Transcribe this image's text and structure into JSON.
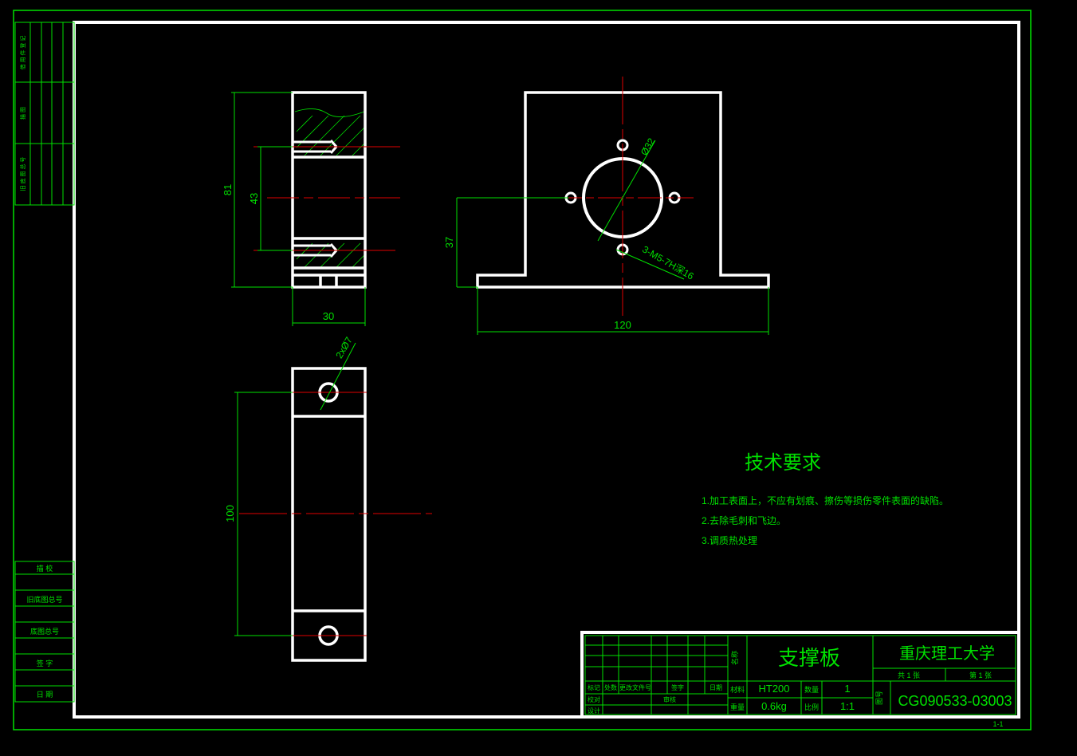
{
  "colors": {
    "background": "#000000",
    "outline": "#ffffff",
    "dimension": "#00e000",
    "centerline": "#e00000"
  },
  "side_view": {
    "dim_height": "81",
    "dim_hole_spacing": "43",
    "dim_width": "30"
  },
  "front_view": {
    "bore_label": "Ø32",
    "thread_label": "3-M5-7H深16",
    "dim_height": "37",
    "dim_length": "120"
  },
  "top_view": {
    "hole_label": "2xØ7",
    "dim_length": "100"
  },
  "tech_requirements": {
    "title": "技术要求",
    "items": [
      "1.加工表面上，不应有划痕、擦伤等损伤零件表面的缺陷。",
      "2.去除毛刺和飞边。",
      "3.调质热处理"
    ]
  },
  "left_margin": {
    "top_labels": [
      "借 用 件 登 记",
      "描 图",
      "旧 底 图 总 号"
    ],
    "bottom_labels": [
      "描 校",
      "旧底图总号",
      "底图总号",
      "签 字",
      "日 期"
    ]
  },
  "title_block": {
    "part_name": "支撑板",
    "school": "重庆理工大学",
    "name_label": "名称",
    "material_label": "材料",
    "material": "HT200",
    "weight_label": "重量",
    "weight": "0.6kg",
    "count_label": "数量",
    "count": "1",
    "scale_label": "比例",
    "scale": "1:1",
    "drawing_no_label": "图号",
    "drawing_no": "CG090533-03003",
    "sheet_total": "共 1 张",
    "sheet_no": "第 1 张",
    "rev_headers": [
      "标记",
      "处数",
      "更改文件号",
      "签字",
      "日期"
    ],
    "designer_label": "设计",
    "checker_label": "校对",
    "reviewer_label": "审核",
    "sheet_size": "1-1"
  }
}
